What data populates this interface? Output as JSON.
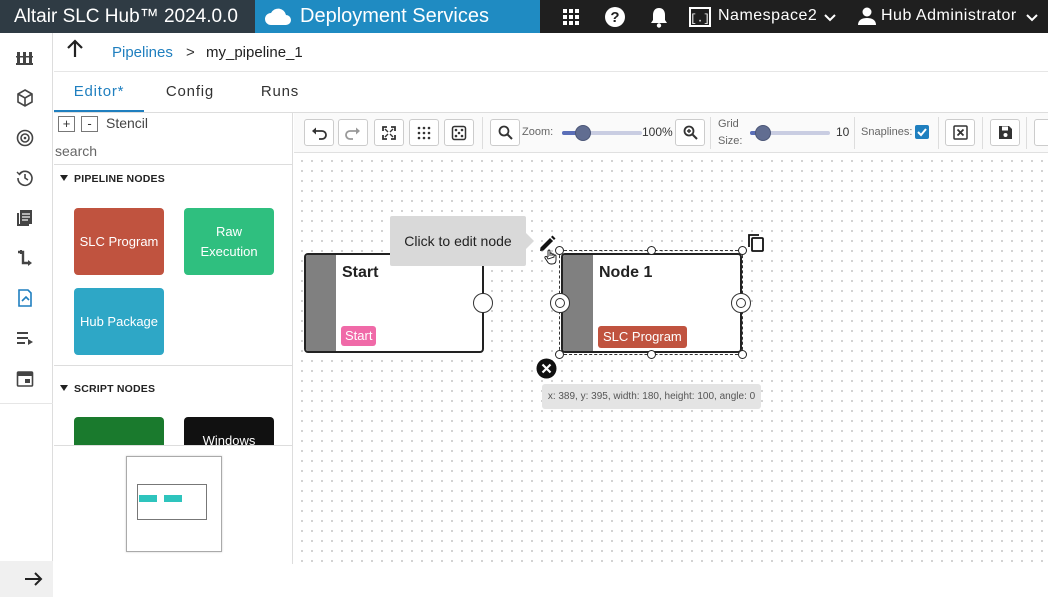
{
  "app": {
    "brand": "Altair SLC Hub™ 2024.0.0",
    "service": "Deployment Services"
  },
  "topbar": {
    "namespace": "Namespace2",
    "user": "Hub Administrator",
    "colors": {
      "bar": "#1f1f1f",
      "service": "#1f8bc2"
    }
  },
  "breadcrumb": {
    "parent": "Pipelines",
    "separator": ">",
    "current": "my_pipeline_1"
  },
  "tabs": [
    {
      "label": "Editor*",
      "active": true
    },
    {
      "label": "Config",
      "active": false
    },
    {
      "label": "Runs",
      "active": false
    }
  ],
  "stencil": {
    "zoom_in": "+",
    "zoom_out": "-",
    "title": "Stencil",
    "search_placeholder": "search",
    "groups": [
      {
        "label": "PIPELINE NODES",
        "items": [
          {
            "label": "SLC Program",
            "color": "#c0533f"
          },
          {
            "label": "Raw Execution",
            "color": "#2fbf7f"
          },
          {
            "label": "Hub Package",
            "color": "#2ea7c6"
          }
        ]
      },
      {
        "label": "SCRIPT NODES",
        "items": [
          {
            "label": "",
            "color": "#1a7a2d"
          },
          {
            "label": "Windows",
            "color": "#111111"
          }
        ]
      }
    ]
  },
  "toolbar": {
    "zoom_label": "Zoom:",
    "zoom_value": "100%",
    "zoom_fraction": 0.2,
    "grid_label_1": "Grid",
    "grid_label_2": "Size:",
    "grid_value": "10",
    "grid_fraction": 0.08,
    "snaplines_label": "Snaplines:",
    "snaplines_checked": true
  },
  "canvas": {
    "tooltip": "Click to edit node",
    "coords": "x: 389, y: 395, width: 180, height: 100, angle: 0",
    "nodes": [
      {
        "title": "Start",
        "badge": "Start",
        "badge_color": "#f06aa8"
      },
      {
        "title": "Node 1",
        "badge": "SLC Program",
        "badge_color": "#c0533f"
      }
    ]
  }
}
